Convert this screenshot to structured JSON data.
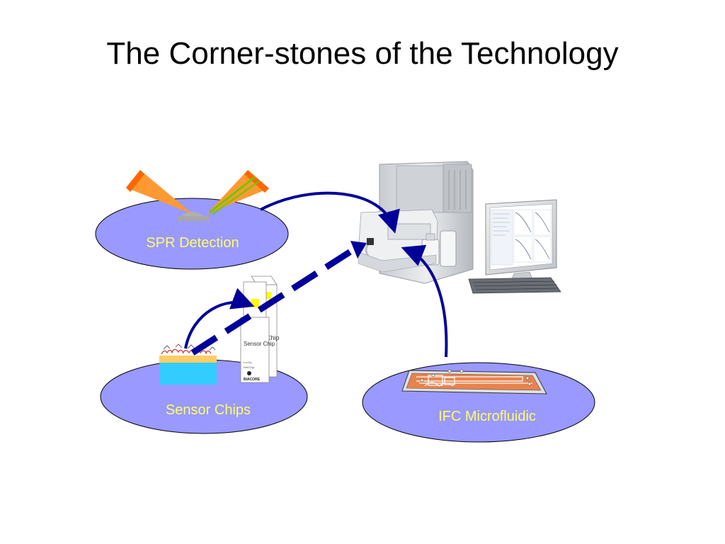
{
  "slide": {
    "title": "The Corner-stones of the Technology"
  },
  "nodes": {
    "spr": {
      "label": "SPR Detection"
    },
    "sensor": {
      "label": "Sensor Chips"
    },
    "ifc": {
      "label": "IFC Microfluidic"
    }
  },
  "sensor_chip_card": {
    "front_label": "Sensor Chip",
    "back_label": "Chip",
    "brand": "BIACORE",
    "fine_print_1": "Lot No.",
    "fine_print_2": "Ref/Chip"
  },
  "colors": {
    "ellipse_fill": "#9999ff",
    "ellipse_stroke": "#000000",
    "label_text": "#ffff66",
    "arrow": "#000099",
    "prism": "#ff9933",
    "prism_edge": "#ff6600",
    "beam": "#66cc00",
    "chip_gold": "#ffcc66",
    "chip_glass": "#33ccff",
    "fluidic_orange": "#e8834d",
    "chip_square": "#ffff00"
  }
}
